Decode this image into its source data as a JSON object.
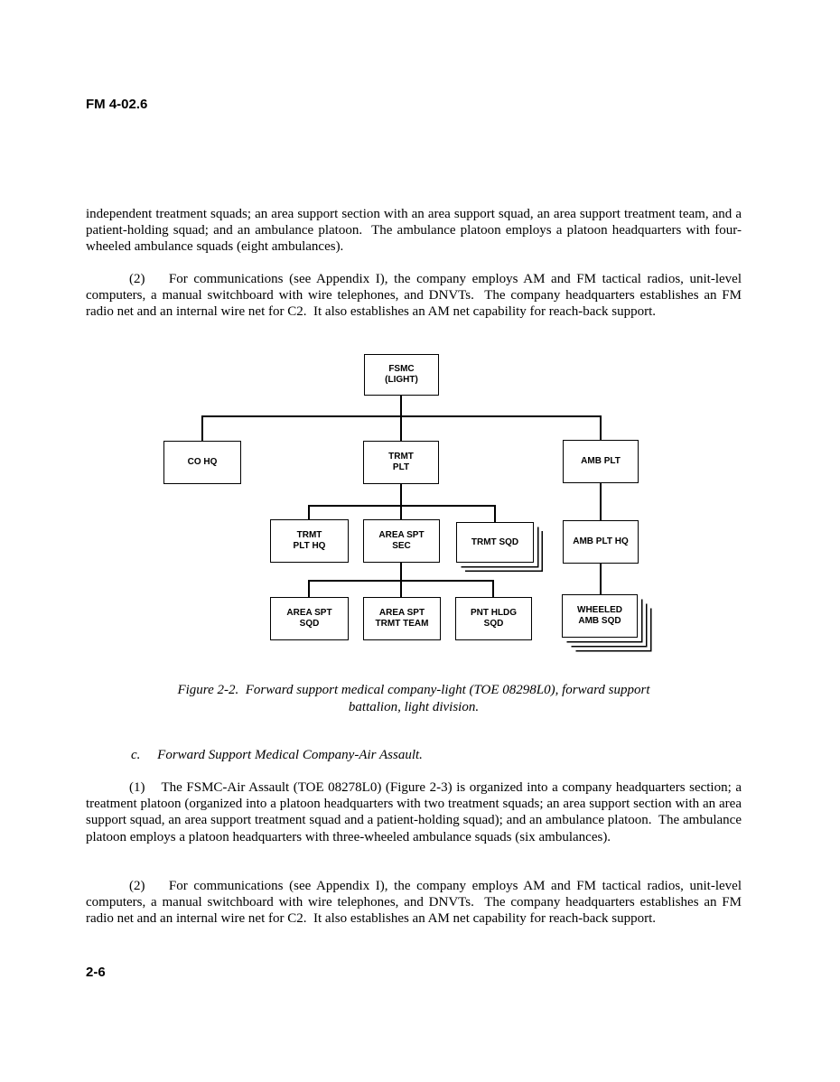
{
  "page": {
    "header": "FM 4-02.6",
    "page_number": "2-6"
  },
  "body": {
    "para1": "independent treatment squads; an area support section with an area support squad, an area support treatment team, and a patient-holding squad; and an ambulance platoon.  The ambulance platoon employs a platoon headquarters with four-wheeled ambulance squads (eight ambulances).",
    "para2": "(2)    For communications (see Appendix I), the company employs AM and FM tactical radios, unit-level computers, a manual switchboard with wire telephones, and DNVTs.  The company headquarters establishes an FM radio net and an internal wire net for C2.  It also establishes an AM net capability for reach-back support.",
    "section_c": "c.     Forward Support Medical Company-Air Assault.",
    "para3": "(1)    The FSMC-Air Assault (TOE 08278L0) (Figure 2-3) is organized into a company headquarters section; a treatment platoon (organized into a platoon headquarters with two treatment squads; an area support section with an area support squad, an area support treatment squad and a patient-holding squad); and an ambulance platoon.  The ambulance platoon employs a platoon headquarters with three-wheeled ambulance squads (six ambulances).",
    "para4": "(2)    For communications (see Appendix I), the company employs AM and FM tactical radios, unit-level computers, a manual switchboard with wire telephones, and DNVTs.  The company headquarters establishes an FM radio net and an internal wire net for C2.  It also establishes an AM net capability for reach-back support."
  },
  "figure": {
    "caption_line1": "Figure 2-2.  Forward support medical company-light (TOE 08298L0), forward support",
    "caption_line2": "battalion, light division.",
    "nodes": {
      "fsmc": "FSMC\n(LIGHT)",
      "co_hq": "CO HQ",
      "trmt_plt": "TRMT\nPLT",
      "amb_plt": "AMB PLT",
      "trmt_plt_hq": "TRMT\nPLT HQ",
      "area_spt_sec": "AREA SPT\nSEC",
      "trmt_sqd": "TRMT SQD",
      "amb_plt_hq": "AMB PLT HQ",
      "area_spt_sqd": "AREA SPT\nSQD",
      "area_spt_trmt_team": "AREA SPT\nTRMT TEAM",
      "pnt_hldg_sqd": "PNT HLDG\nSQD",
      "wheeled_amb_sqd": "WHEELED\nAMB SQD"
    }
  }
}
